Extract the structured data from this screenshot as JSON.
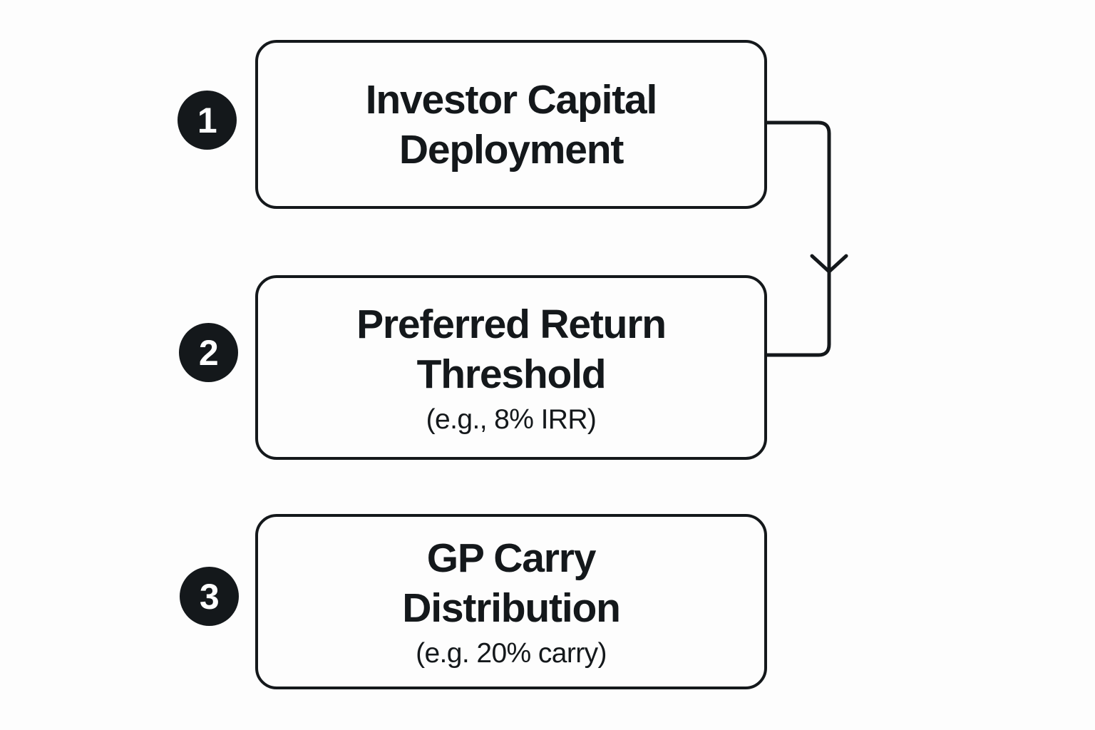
{
  "diagram": {
    "background_color": "#fdfdfd",
    "ink_color": "#14181b",
    "steps": [
      {
        "number": "1",
        "title": "Investor Capital\nDeployment",
        "subtitle": ""
      },
      {
        "number": "2",
        "title": "Preferred Return\nThreshold",
        "subtitle": "(e.g., 8% IRR)"
      },
      {
        "number": "3",
        "title": "GP Carry\nDistribution",
        "subtitle": "(e.g. 20% carry)"
      }
    ],
    "connector": {
      "from_step": "1",
      "to_step": "2",
      "direction": "down",
      "arrowhead": "chevron-down"
    }
  }
}
